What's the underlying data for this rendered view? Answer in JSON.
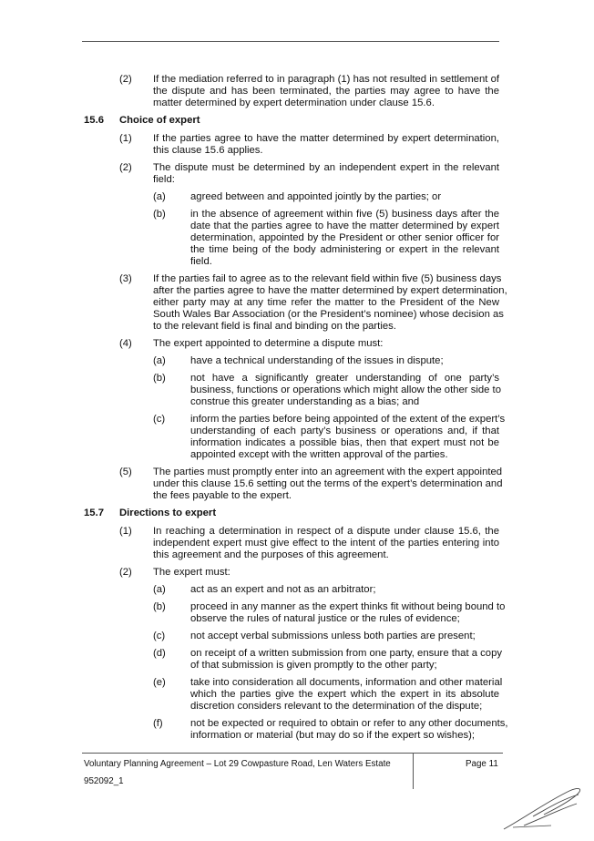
{
  "lines": [
    "If the mediation referred to in paragraph (1) has not resulted in settlement of",
    "the dispute and has been terminated, the parties may agree to have the",
    "matter determined by expert determination under clause 15.6.",
    "If the parties agree to have the matter determined by expert determination,",
    "this clause 15.6 applies.",
    "The dispute must be determined by an independent expert in the relevant",
    "field:",
    "agreed between and appointed jointly by the parties; or",
    "in the absence of agreement within five (5) business days after the",
    "date that the parties agree to have the matter determined by expert",
    "determination, appointed by the President or other senior officer for",
    "the time being of the body administering or expert in the relevant",
    "field.",
    "If the parties fail to agree as to the relevant field within five (5) business days",
    "after the parties agree to have the matter determined by expert determination,",
    "either party may at any time refer the matter to the President of the New",
    "South Wales Bar Association (or the President’s nominee) whose decision as",
    "to the relevant field is final and binding on the parties.",
    "The expert appointed to determine a dispute must:",
    "have a technical understanding of the issues in dispute;",
    "not have a significantly greater understanding of one party’s",
    "business, functions or operations which might allow the other side to",
    "construe this greater understanding as a bias; and",
    "inform the parties before being appointed of the extent of the expert’s",
    "understanding of each party’s business or operations and, if that",
    "information indicates a possible bias, then that expert must not be",
    "appointed except with the written approval of the parties.",
    "The parties must promptly enter into an agreement with the expert appointed",
    "under this clause 15.6 setting out the terms of the expert’s determination and",
    "the fees payable to the expert.",
    "In reaching a determination in respect of a dispute under clause 15.6, the",
    "independent expert must give effect to the intent of the parties entering into",
    "this agreement and the purposes of this agreement.",
    "The expert must:",
    "act as an expert and not as an arbitrator;",
    "proceed in any manner as the expert thinks fit without being bound to",
    "observe the rules of natural justice or the rules of evidence;",
    "not accept verbal submissions unless both parties are present;",
    "on receipt of a written submission from one party, ensure that a copy",
    "of that submission is given promptly to the other party;",
    "take into consideration all documents, information and other material",
    "which the parties give the expert which the expert in its absolute",
    "discretion considers relevant to the determination of the dispute;",
    "not be expected or required to obtain or refer to any other documents,",
    "information or material (but may do so if the expert so wishes);"
  ],
  "labels": [
    "(2)",
    "15.6",
    "(1)",
    "(2)",
    "(a)",
    "(b)",
    "(3)",
    "(4)",
    "(a)",
    "(b)",
    "(c)",
    "(5)",
    "15.7",
    "(1)",
    "(2)",
    "(a)",
    "(b)",
    "(c)",
    "(d)",
    "(e)",
    "(f)"
  ],
  "headings": [
    "Choice of expert",
    "Directions to expert"
  ],
  "footer": {
    "title": "Voluntary Planning Agreement – Lot 29 Cowpasture Road, Len Waters Estate",
    "doc_number": "952092_1",
    "page": "Page 11"
  }
}
